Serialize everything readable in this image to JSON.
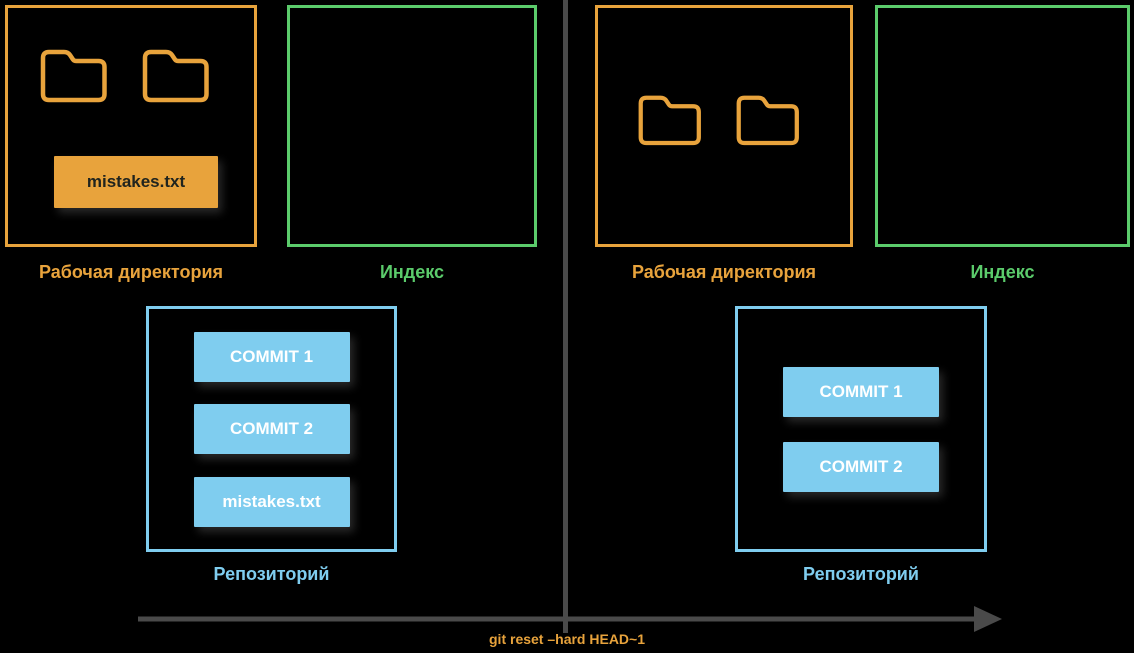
{
  "colors": {
    "background": "#000000",
    "orange": "#E8A33C",
    "green": "#5BCB6B",
    "blue": "#7FCDEF",
    "gray_arrow": "#4A4A4A",
    "chip_text_dark": "#20241E",
    "commit_text": "#FFFFFF"
  },
  "left_panel": {
    "working_directory": {
      "label": "Рабочая директория",
      "file_chip": "mistakes.txt"
    },
    "index": {
      "label": "Индекс"
    },
    "repository": {
      "label": "Репозиторий",
      "items": [
        "COMMIT 1",
        "COMMIT 2",
        "mistakes.txt"
      ]
    }
  },
  "right_panel": {
    "working_directory": {
      "label": "Рабочая директория"
    },
    "index": {
      "label": "Индекс"
    },
    "repository": {
      "label": "Репозиторий",
      "items": [
        "COMMIT 1",
        "COMMIT 2"
      ]
    }
  },
  "arrow": {
    "caption": "git reset –hard HEAD~1"
  }
}
